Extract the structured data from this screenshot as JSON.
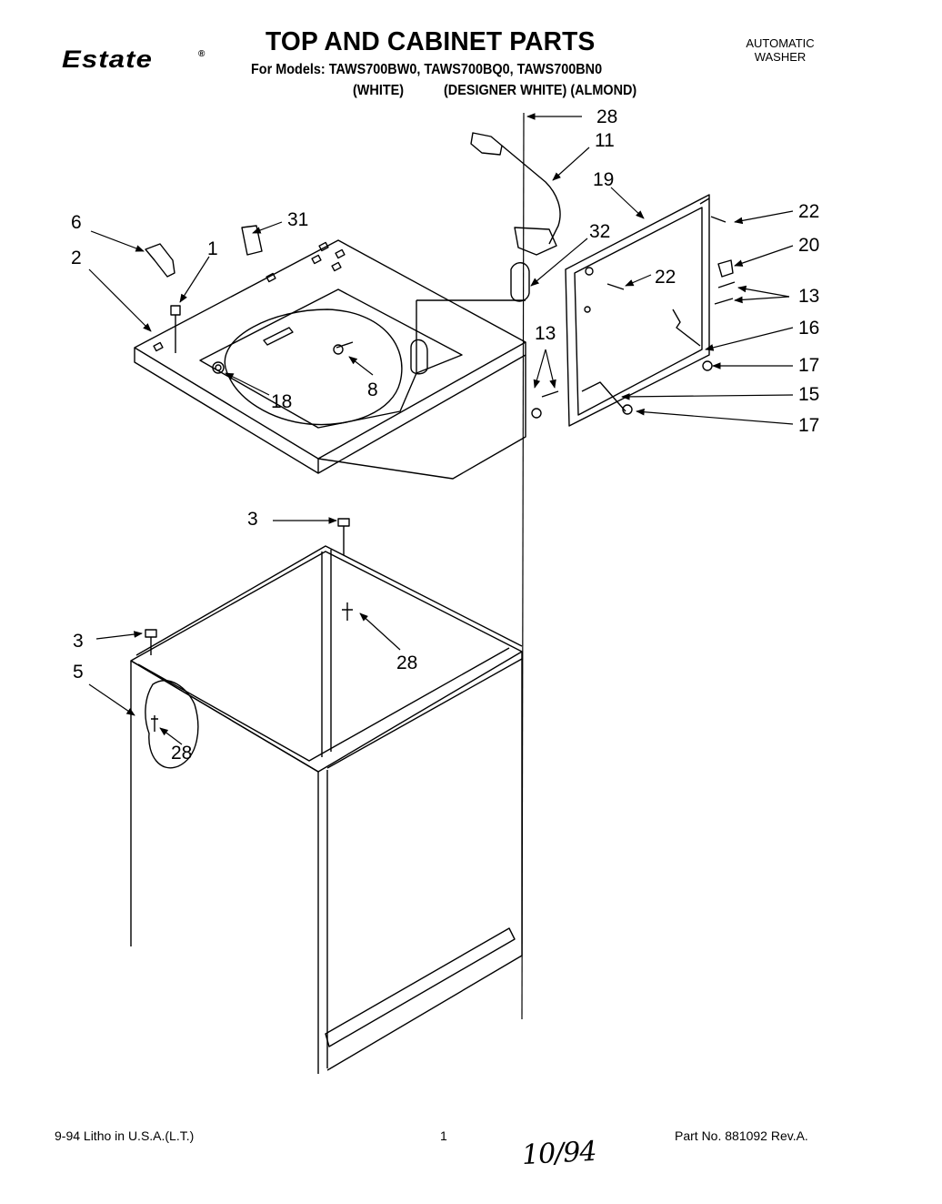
{
  "header": {
    "brand": "Estate",
    "brand_mark": "®",
    "title": "TOP AND CABINET PARTS",
    "models": "For Models: TAWS700BW0, TAWS700BQ0, TAWS700BN0",
    "variant_white": "(WHITE)",
    "variant_designer_almond": "(DESIGNER WHITE) (ALMOND)",
    "appliance_line1": "AUTOMATIC",
    "appliance_line2": "WASHER"
  },
  "callouts": {
    "top_28": "28",
    "c11": "11",
    "c19": "19",
    "c6": "6",
    "c31": "31",
    "c32": "32",
    "c22a": "22",
    "c20": "20",
    "c1": "1",
    "c2": "2",
    "c22b": "22",
    "c13a": "13",
    "c13b": "13",
    "c16": "16",
    "c17a": "17",
    "c15": "15",
    "c17b": "17",
    "c18": "18",
    "c8": "8",
    "c3a": "3",
    "c28b": "28",
    "c3b": "3",
    "c5": "5",
    "c28c": "28"
  },
  "footer": {
    "litho": "9-94 Litho in U.S.A.(L.T.)",
    "page_number": "1",
    "handwritten_date": "10/94",
    "part_no": "Part No. 881092 Rev.A."
  }
}
